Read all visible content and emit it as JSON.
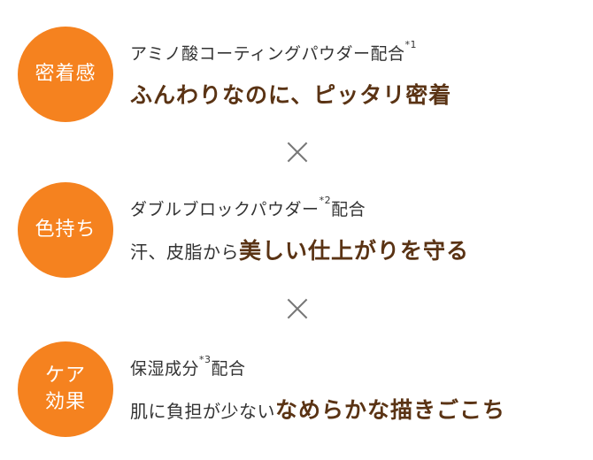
{
  "features": [
    {
      "badge": "密着感",
      "badge_lines": [
        "密着感"
      ],
      "sub_text": "アミノ酸コーティングパウダー配合",
      "note": "*1",
      "sub_suffix": "",
      "headline_prefix": "",
      "headline": "ふんわりなのに、ピッタリ密着"
    },
    {
      "badge": "色持ち",
      "badge_lines": [
        "色持ち"
      ],
      "sub_text": "ダブルブロックパウダー",
      "note": "*2",
      "sub_suffix": "配合",
      "headline_prefix": "汗、皮脂から",
      "headline": "美しい仕上がりを守る"
    },
    {
      "badge": "ケア効果",
      "badge_lines": [
        "ケア",
        "効果"
      ],
      "sub_text": "保湿成分",
      "note": "*3",
      "sub_suffix": "配合",
      "headline_prefix": "肌に負担が少ない",
      "headline": "なめらかな描きごこち"
    }
  ],
  "separator_icon": "times-icon",
  "colors": {
    "badge": "#f5821f",
    "headline": "#5a3314",
    "body_text": "#333333",
    "separator": "#777777"
  }
}
